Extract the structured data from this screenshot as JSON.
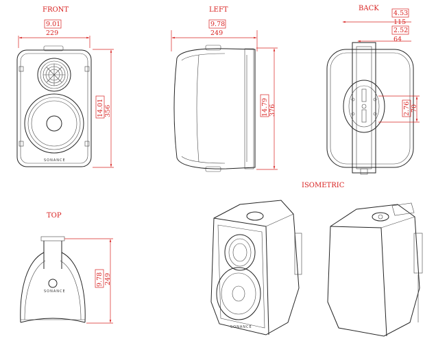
{
  "views": {
    "front": "FRONT",
    "left": "LEFT",
    "back": "BACK",
    "top": "TOP",
    "isometric": "ISOMETRIC"
  },
  "dimensions": {
    "front_width_in": "9.01",
    "front_width_mm": "229",
    "front_height_in": "14.01",
    "front_height_mm": "356",
    "left_depth_in": "9.78",
    "left_depth_mm": "249",
    "left_height_in": "14.79",
    "left_height_mm": "376",
    "back_bracket_width_in": "4.53",
    "back_bracket_width_mm": "115",
    "back_hole_span_in": "2.52",
    "back_hole_span_mm": "64",
    "back_hole_height_in": "2.76",
    "back_hole_height_mm": "70",
    "top_depth_in": "9.78",
    "top_depth_mm": "249"
  },
  "brand": "SONANCE"
}
